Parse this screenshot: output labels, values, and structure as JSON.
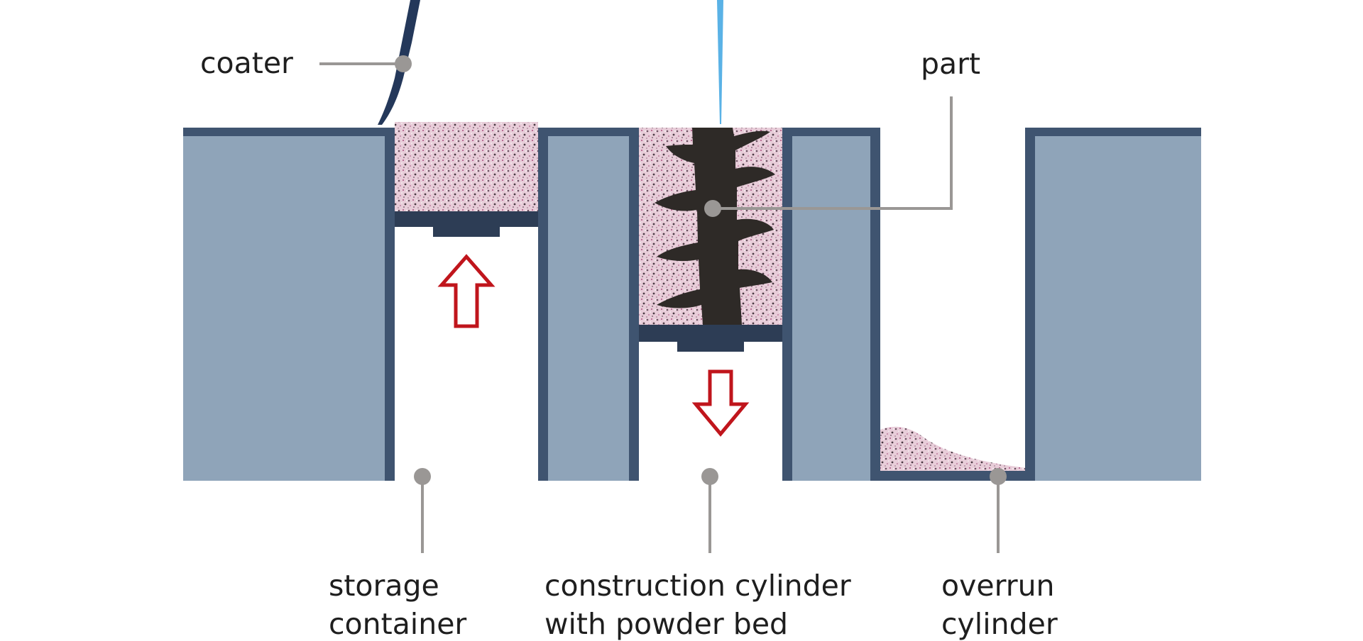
{
  "labels": {
    "coater": "coater",
    "part": "part",
    "storage_line1": "storage",
    "storage_line2": "container",
    "construction_line1": "construction cylinder",
    "construction_line2": "with powder bed",
    "overrun_line1": "overrun",
    "overrun_line2": "cylinder"
  },
  "colors": {
    "wall_fill": "#8fa4b9",
    "wall_edge": "#3f5470",
    "platform": "#2d3d55",
    "powder": "#e8cdd9",
    "part": "#2e2a27",
    "arrow": "#c0151c",
    "laser": "#5ab2e6",
    "leader": "#9a9795",
    "coater": "#24385a"
  },
  "arrows": {
    "storage": "up-arrow",
    "construction": "down-arrow"
  }
}
